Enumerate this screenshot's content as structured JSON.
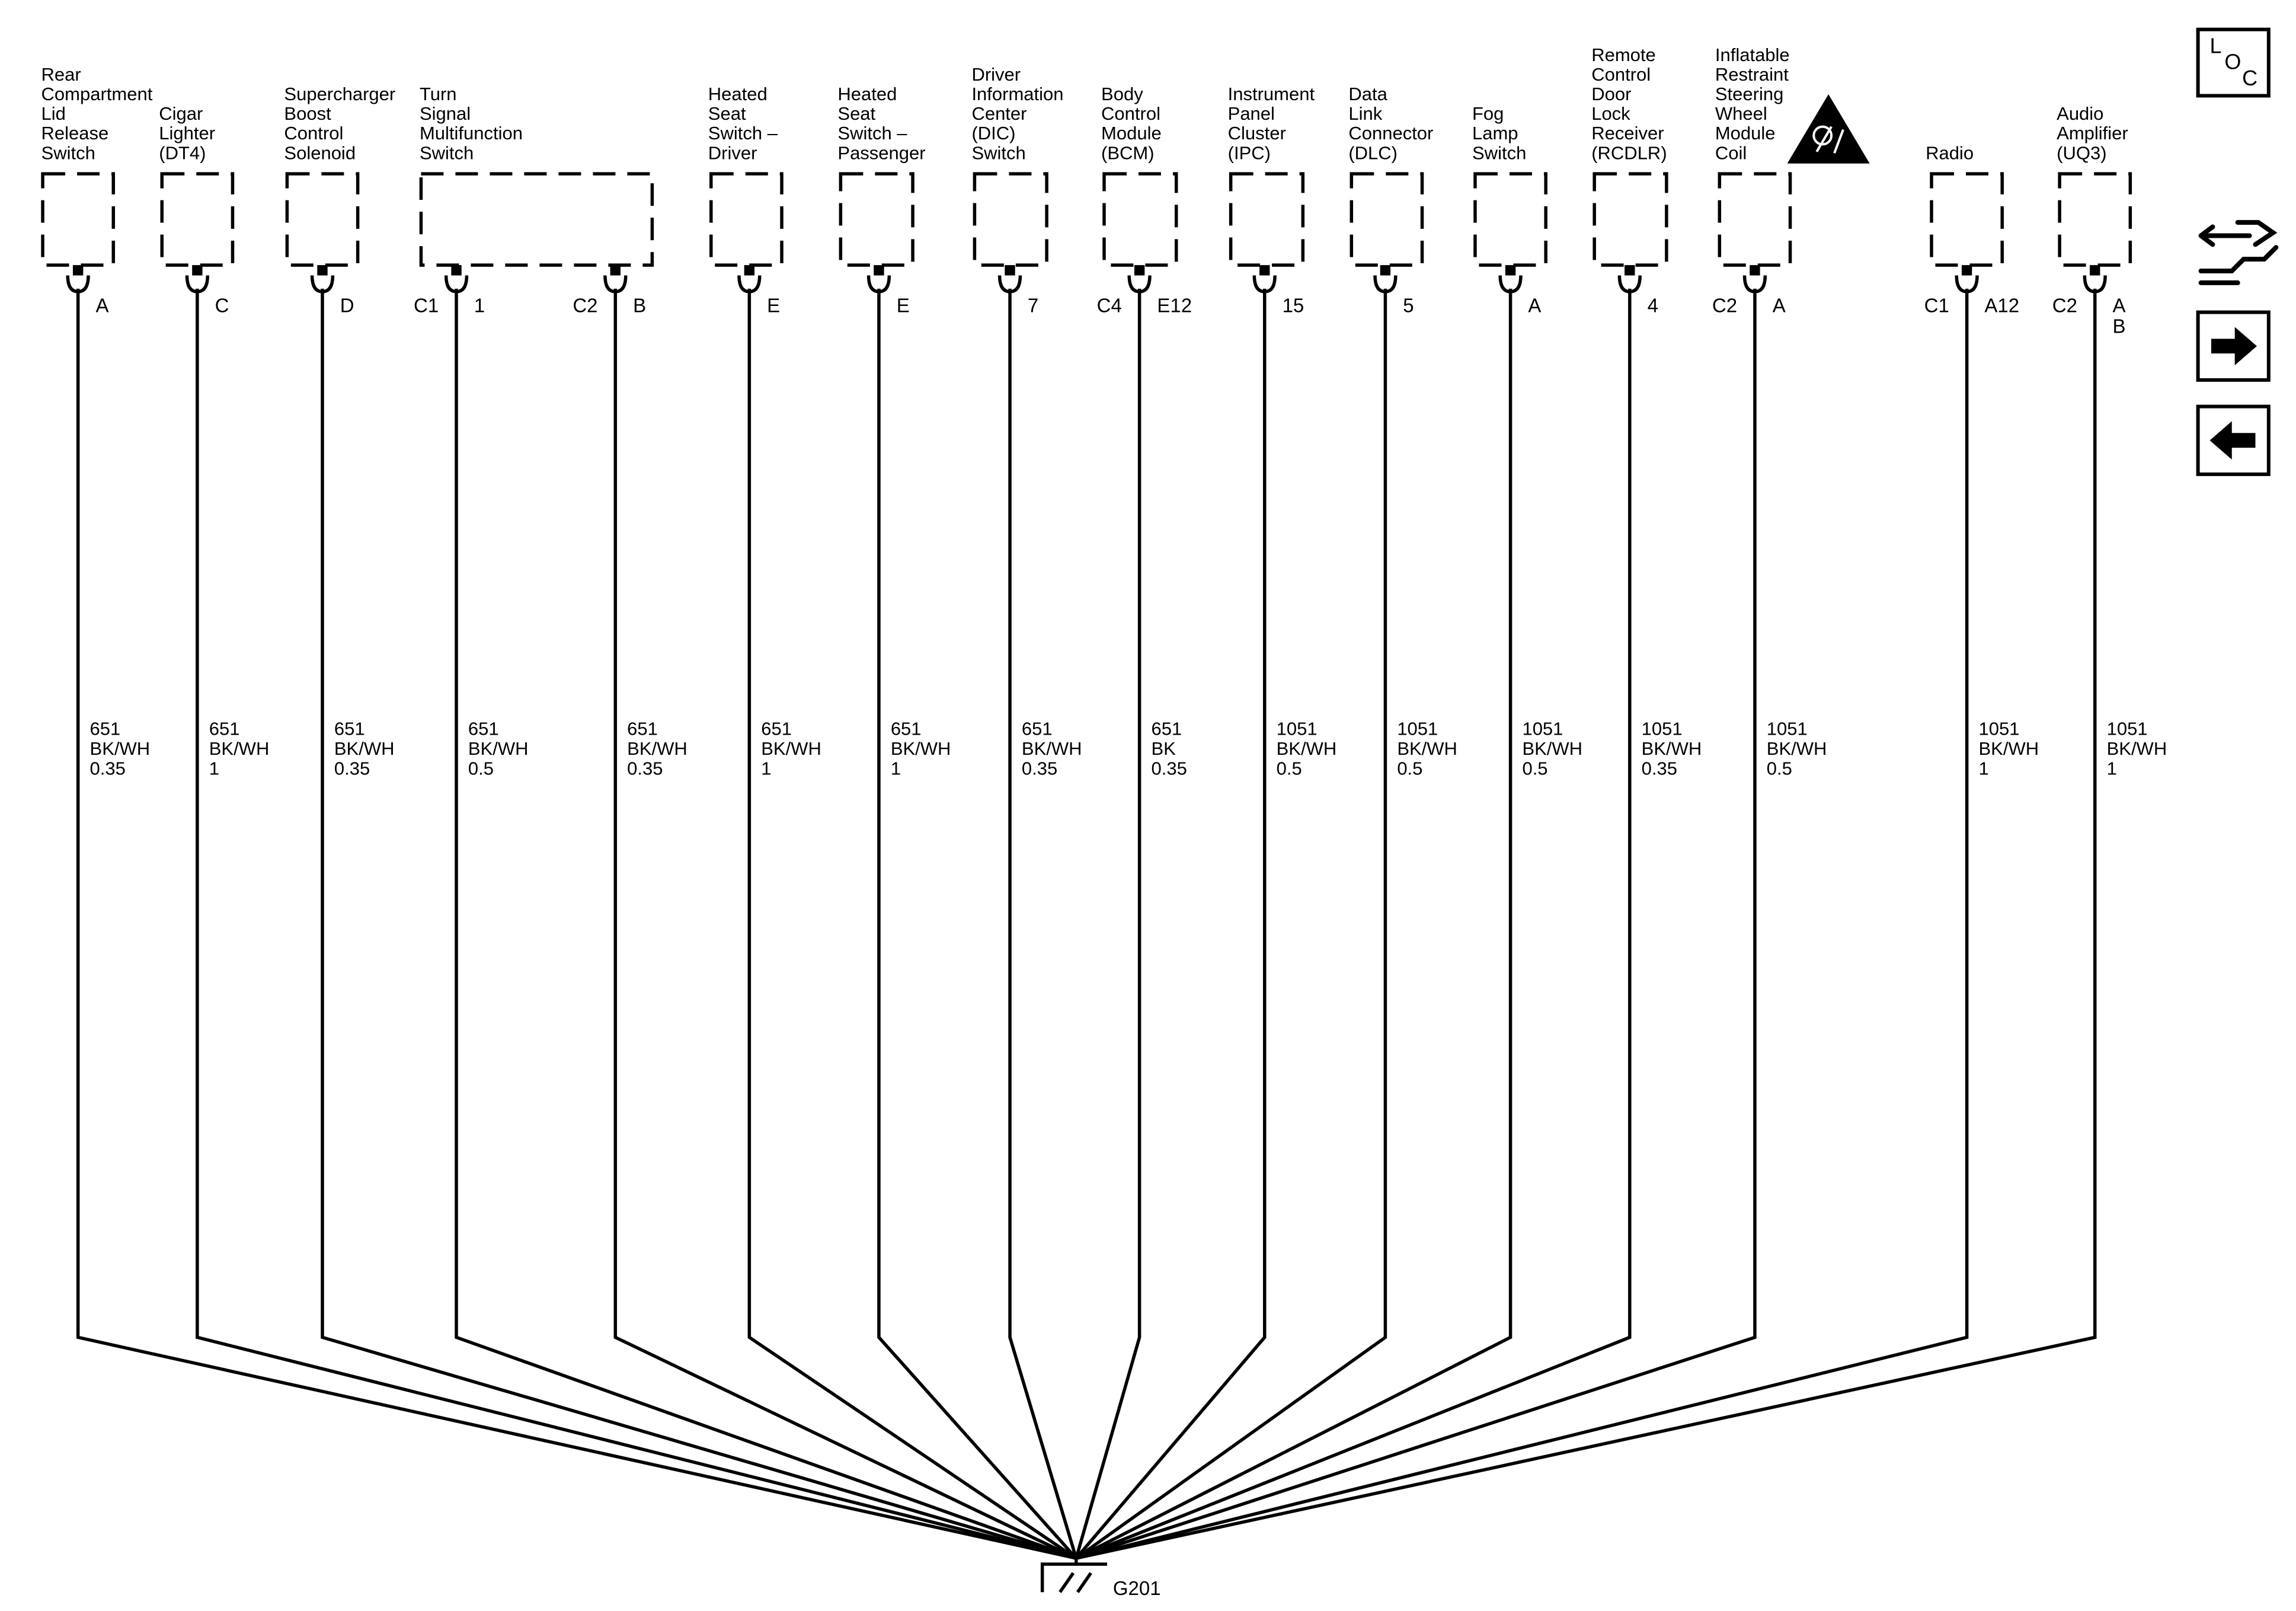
{
  "ground": {
    "id": "G201"
  },
  "nav": {
    "loc": {
      "l": "L",
      "o": "O",
      "c": "C"
    }
  },
  "components": [
    {
      "id": "rear-compartment-lid-release-switch",
      "label": [
        "Rear",
        "Compartment",
        "Lid",
        "Release",
        "Switch"
      ],
      "pins": [
        {
          "connector": "",
          "pin": "A",
          "circuit": "651",
          "color": "BK/WH",
          "size": "0.35"
        }
      ]
    },
    {
      "id": "cigar-lighter",
      "label": [
        "Cigar",
        "Lighter",
        "(DT4)"
      ],
      "pins": [
        {
          "connector": "",
          "pin": "C",
          "circuit": "651",
          "color": "BK/WH",
          "size": "1"
        }
      ]
    },
    {
      "id": "supercharger-boost-control-solenoid",
      "label": [
        "Supercharger",
        "Boost",
        "Control",
        "Solenoid"
      ],
      "pins": [
        {
          "connector": "",
          "pin": "D",
          "circuit": "651",
          "color": "BK/WH",
          "size": "0.35"
        }
      ]
    },
    {
      "id": "turn-signal-multifunction-switch",
      "label": [
        "Turn",
        "Signal",
        "Multifunction",
        "Switch"
      ],
      "pins": [
        {
          "connector": "C1",
          "pin": "1",
          "circuit": "651",
          "color": "BK/WH",
          "size": "0.5"
        },
        {
          "connector": "C2",
          "pin": "B",
          "circuit": "651",
          "color": "BK/WH",
          "size": "0.35"
        }
      ]
    },
    {
      "id": "heated-seat-switch-driver",
      "label": [
        "Heated",
        "Seat",
        "Switch –",
        "Driver"
      ],
      "pins": [
        {
          "connector": "",
          "pin": "E",
          "circuit": "651",
          "color": "BK/WH",
          "size": "1"
        }
      ]
    },
    {
      "id": "heated-seat-switch-passenger",
      "label": [
        "Heated",
        "Seat",
        "Switch –",
        "Passenger"
      ],
      "pins": [
        {
          "connector": "",
          "pin": "E",
          "circuit": "651",
          "color": "BK/WH",
          "size": "1"
        }
      ]
    },
    {
      "id": "driver-information-center-switch",
      "label": [
        "Driver",
        "Information",
        "Center",
        "(DIC)",
        "Switch"
      ],
      "pins": [
        {
          "connector": "",
          "pin": "7",
          "circuit": "651",
          "color": "BK/WH",
          "size": "0.35"
        }
      ]
    },
    {
      "id": "body-control-module",
      "label": [
        "Body",
        "Control",
        "Module",
        "(BCM)"
      ],
      "pins": [
        {
          "connector": "C4",
          "pin": "E12",
          "circuit": "651",
          "color": "BK",
          "size": "0.35"
        }
      ]
    },
    {
      "id": "instrument-panel-cluster",
      "label": [
        "Instrument",
        "Panel",
        "Cluster",
        "(IPC)"
      ],
      "pins": [
        {
          "connector": "",
          "pin": "15",
          "circuit": "1051",
          "color": "BK/WH",
          "size": "0.5"
        }
      ]
    },
    {
      "id": "data-link-connector",
      "label": [
        "Data",
        "Link",
        "Connector",
        "(DLC)"
      ],
      "pins": [
        {
          "connector": "",
          "pin": "5",
          "circuit": "1051",
          "color": "BK/WH",
          "size": "0.5"
        }
      ]
    },
    {
      "id": "fog-lamp-switch",
      "label": [
        "Fog",
        "Lamp",
        "Switch"
      ],
      "pins": [
        {
          "connector": "",
          "pin": "A",
          "circuit": "1051",
          "color": "BK/WH",
          "size": "0.5"
        }
      ]
    },
    {
      "id": "remote-control-door-lock-receiver",
      "label": [
        "Remote",
        "Control",
        "Door",
        "Lock",
        "Receiver",
        "(RCDLR)"
      ],
      "pins": [
        {
          "connector": "",
          "pin": "4",
          "circuit": "1051",
          "color": "BK/WH",
          "size": "0.35"
        }
      ]
    },
    {
      "id": "inflatable-restraint-steering-wheel-module-coil",
      "label": [
        "Inflatable",
        "Restraint",
        "Steering",
        "Wheel",
        "Module",
        "Coil"
      ],
      "airbag_warning": true,
      "pins": [
        {
          "connector": "C2",
          "pin": "A",
          "circuit": "1051",
          "color": "BK/WH",
          "size": "0.5"
        }
      ]
    },
    {
      "id": "radio",
      "label": [
        "Radio"
      ],
      "pins": [
        {
          "connector": "C1",
          "pin": "A12",
          "circuit": "1051",
          "color": "BK/WH",
          "size": "1"
        }
      ]
    },
    {
      "id": "audio-amplifier",
      "label": [
        "Audio",
        "Amplifier",
        "(UQ3)"
      ],
      "pins": [
        {
          "connector": "C2",
          "pin": "A",
          "pin2": "B",
          "circuit": "1051",
          "color": "BK/WH",
          "size": "1"
        }
      ]
    }
  ]
}
